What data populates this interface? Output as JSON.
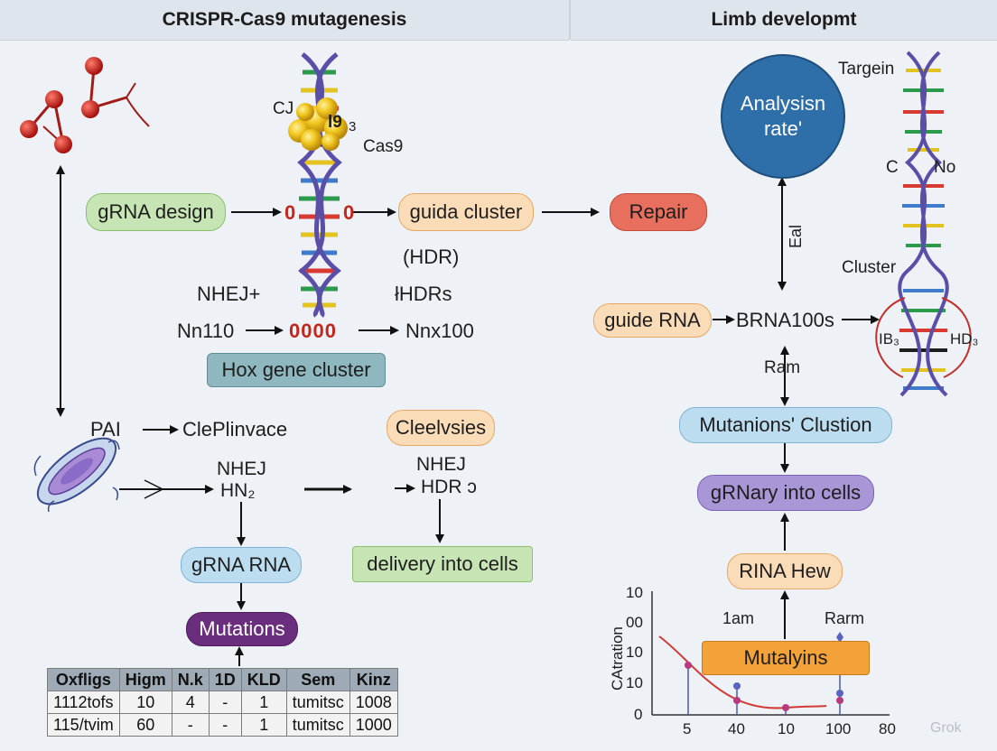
{
  "headers": {
    "left": "CRISPR-Cas9 mutagenesis",
    "right": "Limb developmt"
  },
  "left": {
    "cas_label_a": "CJ",
    "cas_label_b": "l9",
    "cas_label_c": "3",
    "cas9": "Cas9",
    "grna_design": "gRNA design",
    "zero_left": "0",
    "zero_right": "0",
    "guida_cluster": "guida cluster",
    "repair": "Repair",
    "hdr_paren": "(HDR)",
    "nhej_plus": "NHEJ+",
    "hdrs": "łHDRs",
    "nn110": "Nn110",
    "zeros": "0000",
    "nnx100": "Nnx100",
    "hox": "Hox gene cluster",
    "pai": "PAI",
    "cleplinvace": "ClePlinvace",
    "cleelvsies": "Cleelvsies",
    "nhej_a": "NHEJ",
    "hn2": "HN₂",
    "nhej_b": "NHEJ",
    "hdr_b": "HDR ɔ",
    "grna_rna": "gRNA RNA",
    "delivery": "delivery into cells",
    "mutations": "Mutations"
  },
  "right": {
    "analysis_line1": "Analysisn",
    "analysis_line2": "rate'",
    "targein": "Targein",
    "c": "C",
    "no": "No",
    "eal": "Eal",
    "cluster": "Cluster",
    "guide_rna": "guide RNA",
    "brna": "BRNA100s",
    "ib3": "IB₃",
    "hd3": "HD₃",
    "ram": "Ram",
    "mutanions": "Mutanions' Clustion",
    "grnary": "gRNary into cells",
    "rina": "RINA Hew",
    "mutalyins": "Mutalyins"
  },
  "table": {
    "headers": [
      "Oxfligs",
      "Higm",
      "N.k",
      "1D",
      "KLD",
      "Sem",
      "Kinz"
    ],
    "rows": [
      [
        "1112tofs",
        "10",
        "4",
        "-",
        "1",
        "tumitsc",
        "1008"
      ],
      [
        "115/tvim",
        "60",
        "-",
        "-",
        "1",
        "tumitsc",
        "1000"
      ]
    ]
  },
  "chart_data": {
    "type": "scatter",
    "ylabel": "CAtration",
    "y_ticks": [
      "10",
      "00",
      "10",
      "10",
      "0"
    ],
    "x_ticks": [
      "5",
      "40",
      "10",
      "100",
      "80"
    ],
    "annotations": [
      "1am",
      "Rarm"
    ]
  },
  "watermark": "Grok",
  "colors": {
    "green": "#c7e4b4",
    "peach": "#fbdcb8",
    "red": "#e86e5d",
    "teal": "#8fb7bf",
    "blue": "#bcdcef",
    "purple": "#a996d6",
    "dark_purple": "#6b2d7d",
    "orange": "#f3a23a",
    "circle_blue": "#2f6fa9",
    "dna_strand": "#5a4fa8",
    "curve_red": "#d23a34"
  },
  "icons": [
    "molecule-icon",
    "dna-helix-icon",
    "cas9-protein-icon",
    "cell-icon"
  ]
}
